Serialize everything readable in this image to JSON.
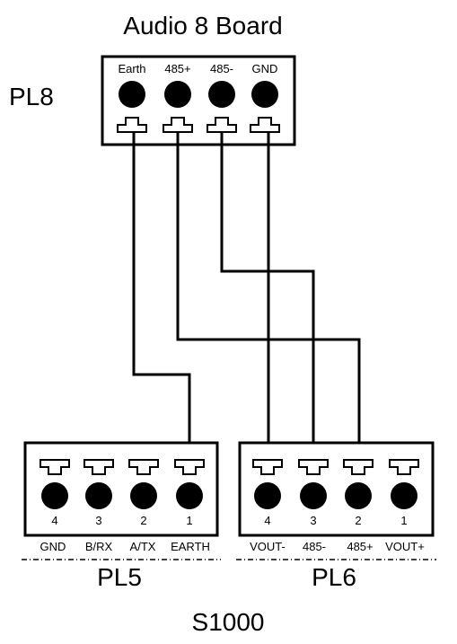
{
  "title": "Audio 8 Board",
  "pl8": {
    "label": "PL8",
    "pins": [
      "Earth",
      "485+",
      "485-",
      "GND"
    ]
  },
  "pl5": {
    "label": "PL5",
    "numbers": [
      "4",
      "3",
      "2",
      "1"
    ],
    "signals": [
      "GND",
      "B/RX",
      "A/TX",
      "EARTH"
    ]
  },
  "pl6": {
    "label": "PL6",
    "numbers": [
      "4",
      "3",
      "2",
      "1"
    ],
    "signals": [
      "VOUT-",
      "485-",
      "485+",
      "VOUT+"
    ]
  },
  "footer": "S1000"
}
